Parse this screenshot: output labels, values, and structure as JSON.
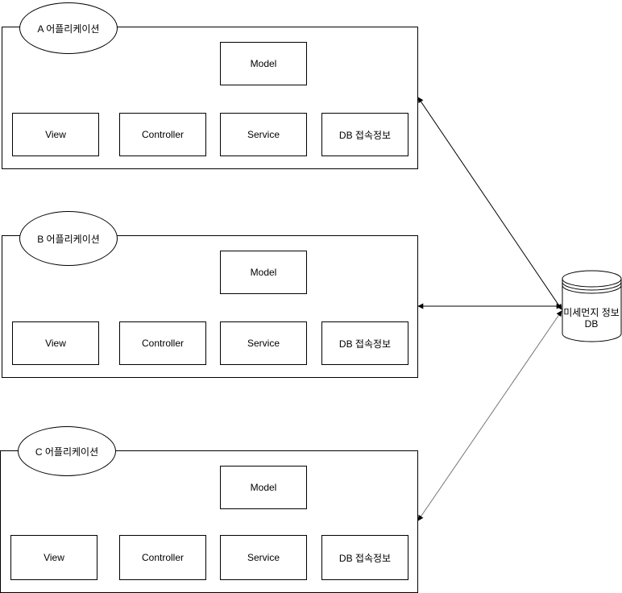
{
  "apps": [
    {
      "label": "A 어플리케이션",
      "model": "Model",
      "view": "View",
      "controller": "Controller",
      "service": "Service",
      "db_info": "DB 접속정보"
    },
    {
      "label": "B 어플리케이션",
      "model": "Model",
      "view": "View",
      "controller": "Controller",
      "service": "Service",
      "db_info": "DB 접속정보"
    },
    {
      "label": "C 어플리케이션",
      "model": "Model",
      "view": "View",
      "controller": "Controller",
      "service": "Service",
      "db_info": "DB 접속정보"
    }
  ],
  "database": {
    "line1": "미세먼지 정보",
    "line2": "DB"
  }
}
